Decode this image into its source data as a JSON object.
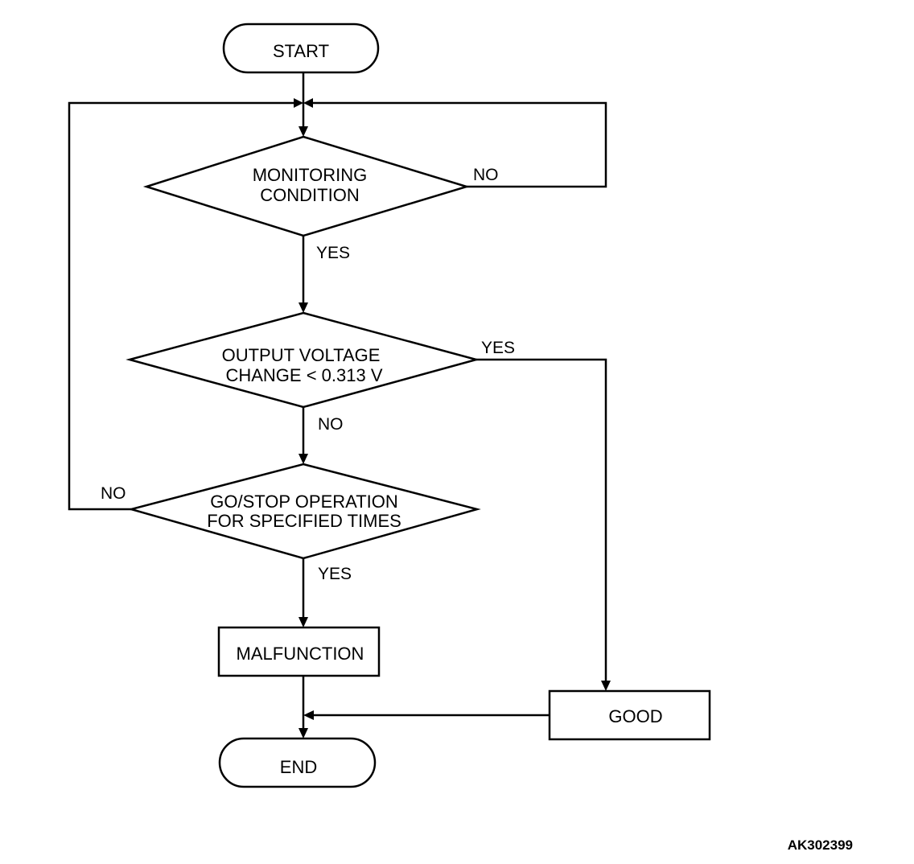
{
  "nodes": {
    "start": "START",
    "monitoring_line1": "MONITORING",
    "monitoring_line2": "CONDITION",
    "voltage_line1": "OUTPUT VOLTAGE",
    "voltage_line2": "CHANGE < 0.313 V",
    "gostop_line1": "GO/STOP OPERATION",
    "gostop_line2": "FOR SPECIFIED TIMES",
    "malfunction": "MALFUNCTION",
    "good": "GOOD",
    "end": "END"
  },
  "edges": {
    "monitoring_no": "NO",
    "monitoring_yes": "YES",
    "voltage_yes": "YES",
    "voltage_no": "NO",
    "gostop_no": "NO",
    "gostop_yes": "YES"
  },
  "figure_code": "AK302399"
}
